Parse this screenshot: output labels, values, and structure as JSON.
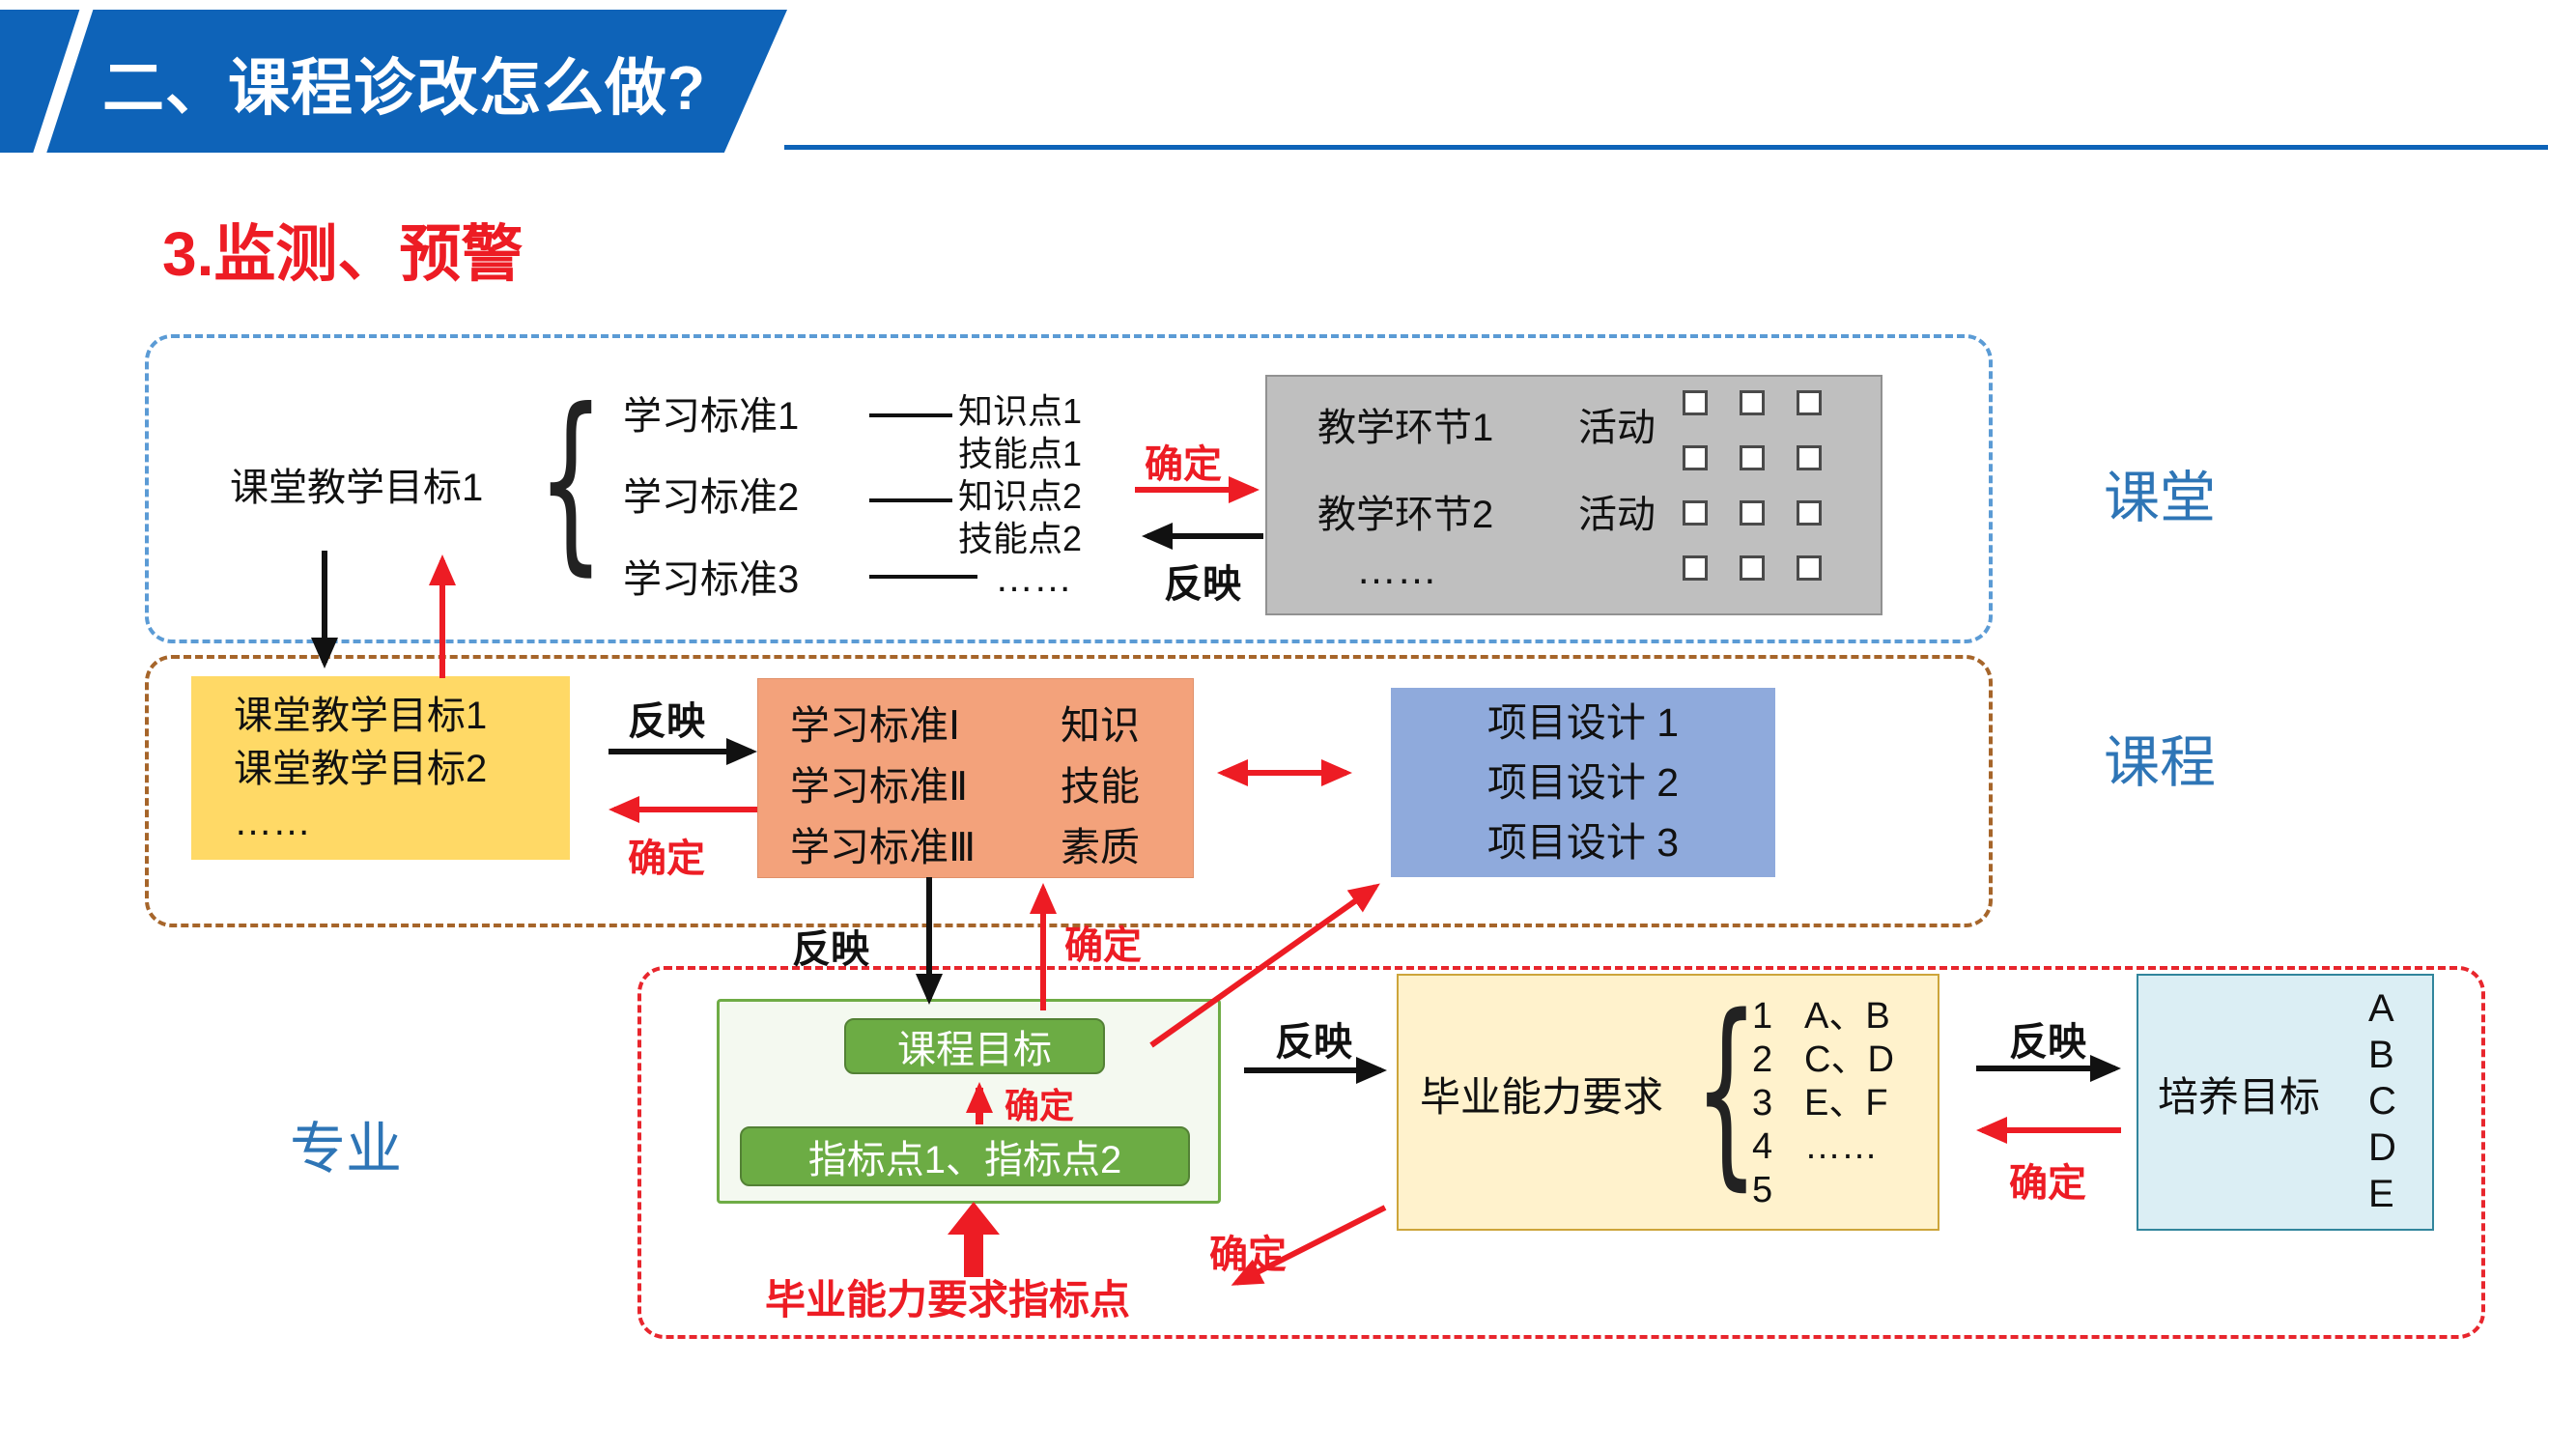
{
  "header": {
    "title": "二、课程诊改怎么做?"
  },
  "section_title": "3.监测、预警",
  "arrow_labels": {
    "reflect": "反映",
    "confirm": "确定"
  },
  "levels": {
    "classroom": "课堂",
    "course": "课程",
    "major": "专业"
  },
  "glyphs": {
    "brace": "{"
  },
  "classroom": {
    "objective": "课堂教学目标1",
    "standards": [
      "学习标准1",
      "学习标准2",
      "学习标准3"
    ],
    "point_rows": [
      {
        "line1": "知识点1",
        "line2": "技能点1"
      },
      {
        "line1": "知识点2",
        "line2": "技能点2"
      }
    ],
    "points_ellipsis": "……",
    "activities": {
      "rows": [
        {
          "stage": "教学环节1",
          "activity": "活动"
        },
        {
          "stage": "教学环节2",
          "activity": "活动"
        }
      ],
      "ellipsis": "……"
    }
  },
  "course": {
    "objectives": [
      "课堂教学目标1",
      "课堂教学目标2",
      "……"
    ],
    "standards": [
      "学习标准Ⅰ",
      "学习标准Ⅱ",
      "学习标准Ⅲ"
    ],
    "aspects": [
      "知识",
      "技能",
      "素质"
    ],
    "projects": [
      "项目设计 1",
      "项目设计 2",
      "项目设计 3"
    ]
  },
  "major": {
    "course_goal": "课程目标",
    "indicators": "指标点1、指标点2",
    "grad_indicator": "毕业能力要求指标点",
    "grad_requirement": "毕业能力要求",
    "numbers": [
      "1",
      "2",
      "3",
      "4",
      "5"
    ],
    "letter_pairs": [
      "A、B",
      "C、D",
      "E、F",
      "……"
    ],
    "training_goal": "培养目标",
    "training_letters": [
      "A",
      "B",
      "C",
      "D",
      "E"
    ]
  },
  "colors": {
    "banner_blue": "#0E63B8",
    "level_label_blue": "#2E75B6",
    "red": "#ED1C24",
    "classroom_border": "#5B9BD5",
    "course_border": "#A6652A",
    "yellow_box": "#FFD966",
    "salmon_box": "#F3A27B",
    "blue_box": "#8FAADC",
    "gray_box": "#BFBFBF",
    "green_chip": "#6CAC44",
    "grad_box": "#FFF2CC",
    "training_box": "#DBEEF4"
  }
}
